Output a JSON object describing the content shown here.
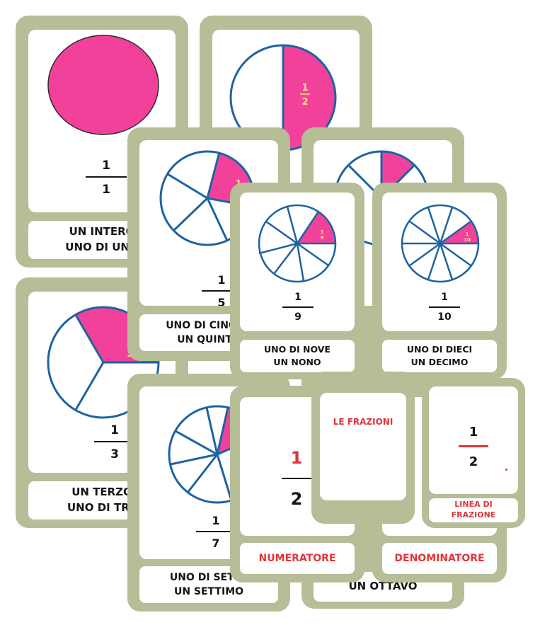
{
  "colors": {
    "card": "#b6bd97",
    "pink": "#f2419a",
    "stroke": "#1e63a0",
    "red": "#e0343b",
    "fraction_label": "#f6e08a"
  },
  "cards": {
    "one_whole": {
      "numerator": "1",
      "denominator": "1",
      "line1": "UN INTERO",
      "line2": "UNO DI UNO"
    },
    "one_half": {
      "slice_label_num": "1",
      "slice_label_den": "2"
    },
    "one_third": {
      "numerator": "1",
      "denominator": "3",
      "line1": "UN TERZO",
      "line2": "UNO DI TRE",
      "slice_label_num": "1",
      "slice_label_den": "3"
    },
    "one_fifth": {
      "numerator": "1",
      "denominator": "5",
      "line1": "UNO DI CINQUE",
      "line2": "UN QUINTO",
      "slice_label_num": "1"
    },
    "one_seventh": {
      "numerator": "1",
      "denominator": "7",
      "line1": "UNO DI SETTE",
      "line2": "UN SETTIMO"
    },
    "one_eighth": {
      "line2": "UN OTTAVO"
    },
    "one_ninth": {
      "numerator": "1",
      "denominator": "9",
      "line1": "UNO DI NOVE",
      "line2": "UN NONO",
      "slice_label_num": "1",
      "slice_label_den": "9"
    },
    "one_tenth": {
      "numerator": "1",
      "denominator": "10",
      "line1": "UNO DI  DIECI",
      "line2": "UN DECIMO",
      "slice_label_num": "1",
      "slice_label_den": "10"
    },
    "numerator": {
      "numerator": "1",
      "denominator": "2",
      "label": "NUMERATORE"
    },
    "denominator": {
      "label": "DENOMINATORE"
    },
    "title": {
      "label": "LE FRAZIONI"
    },
    "fraction_line": {
      "numerator": "1",
      "denominator": "2",
      "line1": "LINEA DI",
      "line2": "FRAZIONE"
    }
  }
}
